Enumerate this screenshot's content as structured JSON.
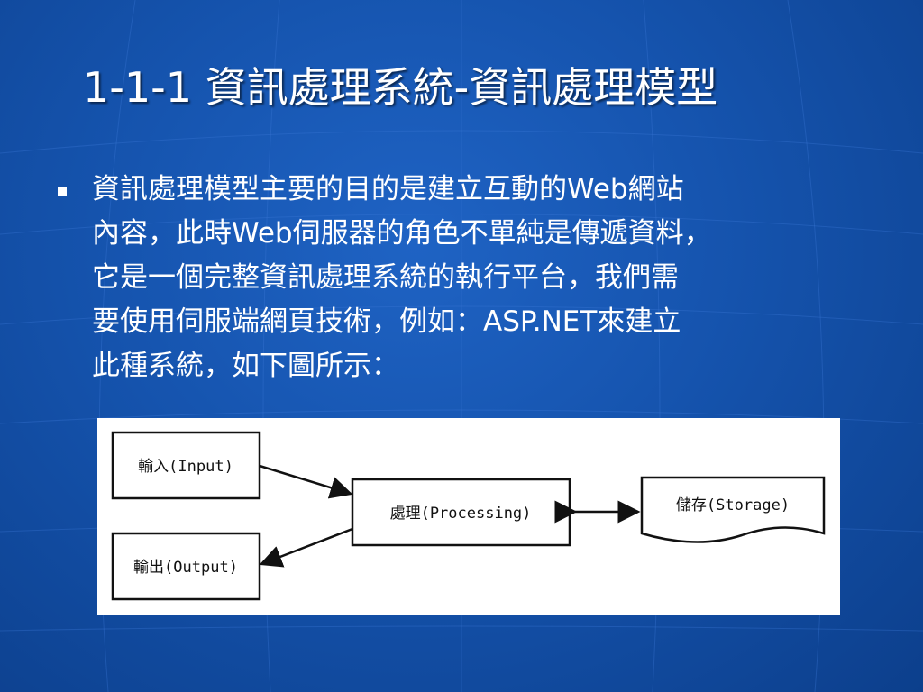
{
  "slide": {
    "title": "1-1-1 資訊處理系統-資訊處理模型",
    "bullet_lines": [
      "資訊處理模型主要的目的是建立互動的Web網站",
      "內容，此時Web伺服器的角色不單純是傳遞資料，",
      "它是一個完整資訊處理系統的執行平台，我們需",
      "要使用伺服端網頁技術，例如：ASP.NET來建立",
      "此種系統，如下圖所示："
    ]
  },
  "diagram": {
    "input_label": "輸入(Input)",
    "processing_label": "處理(Processing)",
    "storage_label": "儲存(Storage)",
    "output_label": "輸出(Output)"
  },
  "colors": {
    "background": "#1553ad",
    "text": "#ffffff",
    "diagram_stroke": "#111111"
  }
}
